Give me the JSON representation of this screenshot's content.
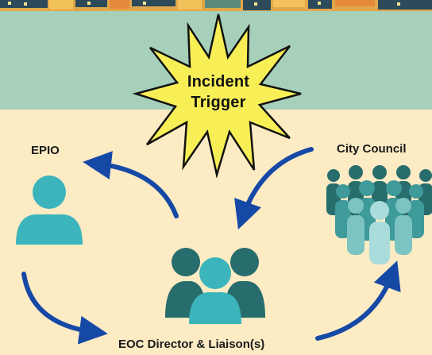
{
  "trigger": {
    "line1": "Incident",
    "line2": "Trigger"
  },
  "nodes": {
    "epio": "EPIO",
    "city_council": "City Council",
    "eoc": "EOC Director & Liaison(s)"
  },
  "colors": {
    "teal_band": "#a6d0b9",
    "cream_bg": "#fdebc4",
    "burst_fill": "#f8ef57",
    "arrow_blue": "#1649a6",
    "person_teal": "#3bb5bb",
    "person_dark": "#286d6d"
  }
}
